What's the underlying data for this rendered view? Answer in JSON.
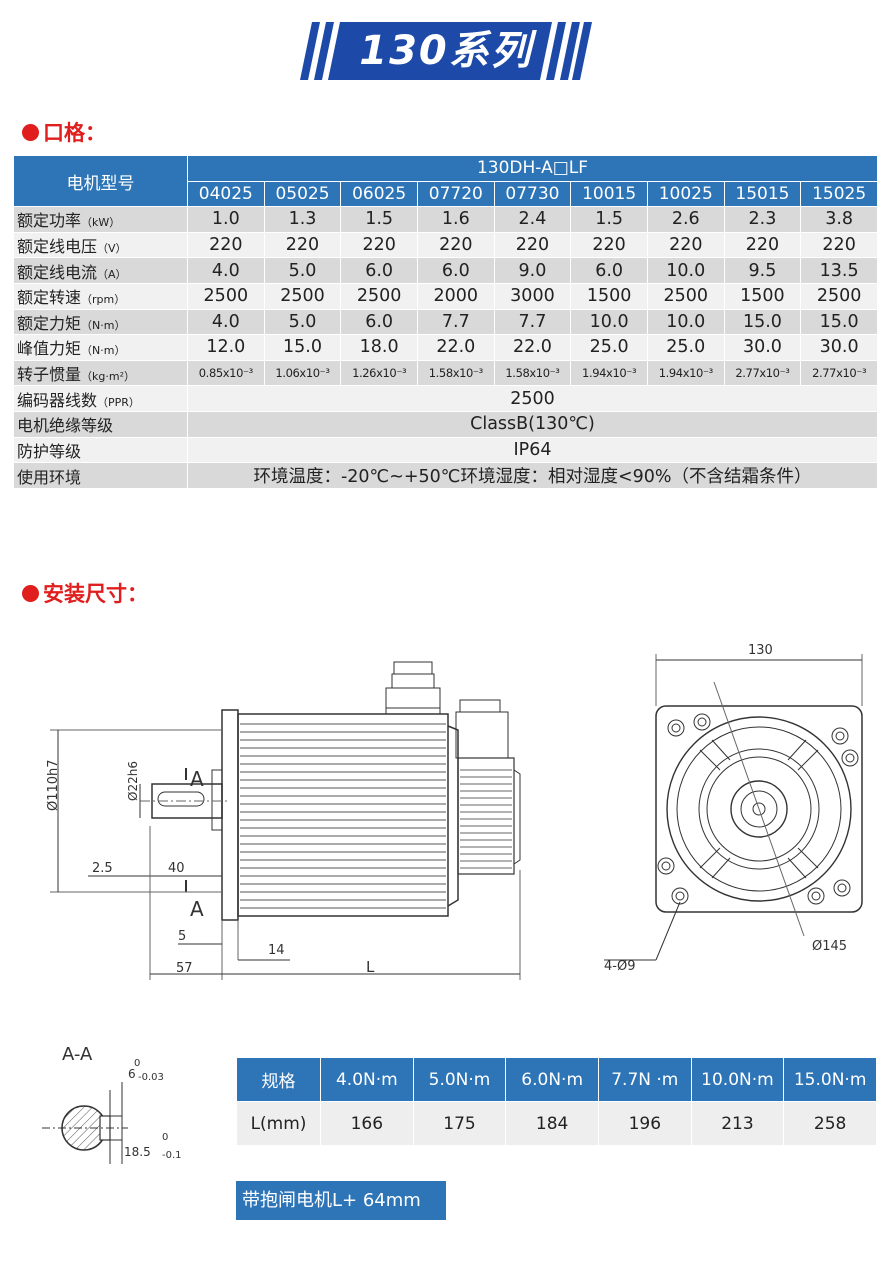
{
  "banner": {
    "title": "130系列"
  },
  "sections": {
    "specs": "口格：",
    "install": "安装尺寸："
  },
  "spec_table": {
    "header_label": "电机型号",
    "model": "130DH-A□LF",
    "codes": [
      "04025",
      "05025",
      "06025",
      "07720",
      "07730",
      "10015",
      "10025",
      "15015",
      "15025"
    ],
    "rows": [
      {
        "label": "额定功率",
        "unit": "（kW）",
        "values": [
          "1.0",
          "1.3",
          "1.5",
          "1.6",
          "2.4",
          "1.5",
          "2.6",
          "2.3",
          "3.8"
        ]
      },
      {
        "label": "额定线电压",
        "unit": "（V）",
        "values": [
          "220",
          "220",
          "220",
          "220",
          "220",
          "220",
          "220",
          "220",
          "220"
        ]
      },
      {
        "label": "额定线电流",
        "unit": "（A）",
        "values": [
          "4.0",
          "5.0",
          "6.0",
          "6.0",
          "9.0",
          "6.0",
          "10.0",
          "9.5",
          "13.5"
        ]
      },
      {
        "label": "额定转速",
        "unit": "（rpm）",
        "values": [
          "2500",
          "2500",
          "2500",
          "2000",
          "3000",
          "1500",
          "2500",
          "1500",
          "2500"
        ]
      },
      {
        "label": "额定力矩",
        "unit": "（N·m）",
        "values": [
          "4.0",
          "5.0",
          "6.0",
          "7.7",
          "7.7",
          "10.0",
          "10.0",
          "15.0",
          "15.0"
        ]
      },
      {
        "label": "峰值力矩",
        "unit": "（N·m）",
        "values": [
          "12.0",
          "15.0",
          "18.0",
          "22.0",
          "22.0",
          "25.0",
          "25.0",
          "30.0",
          "30.0"
        ]
      },
      {
        "label": "转子惯量",
        "unit": "（kg·m²）",
        "values": [
          "0.85x10⁻³",
          "1.06x10⁻³",
          "1.26x10⁻³",
          "1.58x10⁻³",
          "1.58x10⁻³",
          "1.94x10⁻³",
          "1.94x10⁻³",
          "2.77x10⁻³",
          "2.77x10⁻³"
        ]
      }
    ],
    "merged_rows": [
      {
        "label": "编码器线数",
        "unit": "（PPR）",
        "value": "2500"
      },
      {
        "label": "电机绝缘等级",
        "unit": "",
        "value": "ClassB(130℃)"
      },
      {
        "label": "防护等级",
        "unit": "",
        "value": "IP64"
      },
      {
        "label": "使用环境",
        "unit": "",
        "value": "环境温度：-20℃~+50℃环境湿度：相对湿度<90%（不含结霜条件）"
      }
    ]
  },
  "drawing": {
    "dims": {
      "shaft_dia": "Ø110h7",
      "key_dia": "Ø22h6",
      "section_mark": "A",
      "d_2_5": "2.5",
      "d_40": "40",
      "d_5": "5",
      "d_14": "14",
      "d_57": "57",
      "d_L": "L",
      "d_130": "130",
      "d_145": "Ø145",
      "d_holes": "4-Ø9"
    },
    "section_aa": {
      "title": "A-A",
      "tol1_top": "0",
      "tol1": "6",
      "tol1_sub": "-0.03",
      "tol2_top": "0",
      "tol2": "18.5",
      "tol2_sub": "-0.1"
    }
  },
  "length_table": {
    "headers": [
      "规格",
      "4.0N·m",
      "5.0N·m",
      "6.0N·m",
      "7.7N ·m",
      "10.0N·m",
      "15.0N·m"
    ],
    "row_label": "L(mm)",
    "values": [
      "166",
      "175",
      "184",
      "196",
      "213",
      "258"
    ]
  },
  "brake_note": "带抱闸电机L+ 64mm",
  "colors": {
    "header_blue": "#2e75b8",
    "accent_red": "#e01e1e",
    "banner_blue": "#1d49a8"
  }
}
